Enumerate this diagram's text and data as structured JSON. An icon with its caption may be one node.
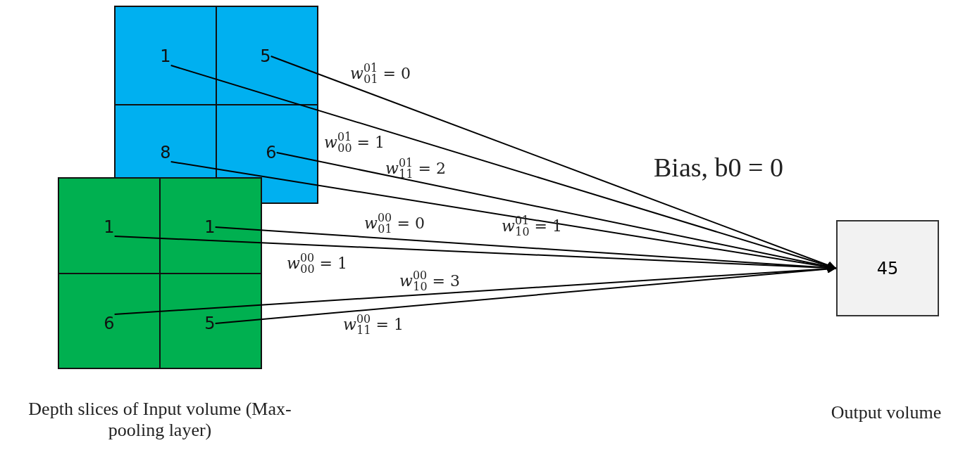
{
  "diagram": {
    "nodes": [
      {
        "text": [],
        "shape": "box"
      },
      {
        "text": [
          "1"
        ],
        "in": 0
      },
      {
        "text": [
          "5"
        ],
        "in": 0
      },
      {
        "text": [
          "8"
        ],
        "in": 0
      },
      {
        "text": [
          "6"
        ],
        "in": 0
      },
      {
        "text": [],
        "shape": "box"
      },
      {
        "text": [
          "1"
        ],
        "in": 5
      },
      {
        "text": [
          "1"
        ],
        "in": 5
      },
      {
        "text": [
          "6"
        ],
        "in": 5
      },
      {
        "text": [
          "5"
        ],
        "in": 5
      },
      {
        "text": [
          "45"
        ]
      }
    ],
    "edges": [
      {
        "from": 2,
        "to": 10,
        "arrow": "to",
        "label": "*w*$^{01}$$_{01}$ = 0"
      },
      {
        "from": 1,
        "to": 10,
        "arrow": "to",
        "label": "*w*$^{01}$$_{00}$ = 1"
      },
      {
        "from": 4,
        "to": 10,
        "arrow": "to",
        "label": "*w*$^{01}$$_{11}$ = 2"
      },
      {
        "from": 3,
        "to": 10,
        "arrow": "to",
        "label": "*w*$^{01}$$_{10}$ = 1"
      },
      {
        "from": 7,
        "to": 10,
        "arrow": "to",
        "label": "*w*$^{00}$$_{01}$ = 0"
      },
      {
        "from": 6,
        "to": 10,
        "arrow": "to",
        "label": "*w*$^{00}$$_{00}$ = 1"
      },
      {
        "from": 8,
        "to": 10,
        "arrow": "to",
        "label": "*w*$^{00}$$_{10}$ = 3"
      },
      {
        "from": 9,
        "to": 10,
        "arrow": "to",
        "label": "*w*$^{00}$$_{11}$ = 1"
      }
    ],
    "labels": [
      "Bias, b0 = 0",
      "Depth slices of Input volume (Max-pooling layer)",
      "Output volume"
    ]
  }
}
